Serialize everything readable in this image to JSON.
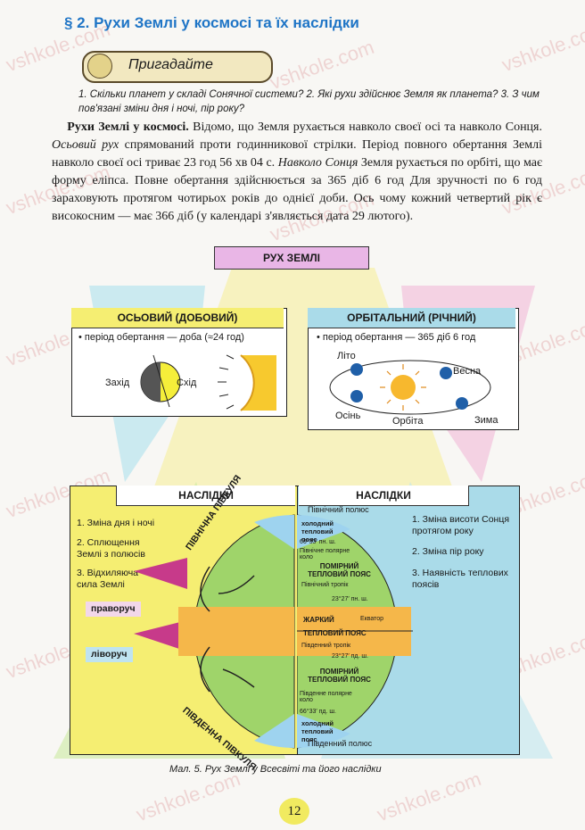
{
  "watermark": "vshkole.com",
  "title": "§ 2. Рухи Землі у космосі та їх наслідки",
  "recall": {
    "label": "Пригадайте",
    "questions": "1. Скільки планет у складі Сонячної системи? 2. Які рухи здійснює Земля як планета? 3. З чим пов'язані зміни дня і ночі, пір року?"
  },
  "paragraph": {
    "lead": "Рухи Землі у космосі.",
    "t1": " Відомо, що Земля рухається навколо своєї осі та навколо Сонця. ",
    "axial": "Осьовий рух",
    "t2": " спрямований проти годинникової стрілки. Період повного обертання Землі навколо своєї осі триває 23 год 56 хв 04 с. ",
    "around_sun": "Навколо Сонця",
    "t3": " Земля рухається по орбіті, що має форму еліпса. Повне обертання здійснюється за 365 діб 6 год Для зручності по 6 год зараховують протягом чотирьох років до однієї доби. Ось чому кожний четвертий рік є високосним — має 366 діб (у календарі з'являється дата 29 лютого)."
  },
  "figure": {
    "main_title": "РУХ ЗЕМЛІ",
    "axial": {
      "header": "ОСЬОВИЙ (ДОБОВИЙ)",
      "period": "• період обертання — доба (≈24 год)",
      "west": "Захід",
      "east": "Схід"
    },
    "orbital": {
      "header": "ОРБІТАЛЬНИЙ (РІЧНИЙ)",
      "period": "• період обертання — 365 діб 6 год",
      "summer": "Літо",
      "spring": "Весна",
      "autumn": "Осінь",
      "winter": "Зима",
      "orbit": "Орбіта"
    },
    "left_consequences": {
      "header": "НАСЛІДКИ",
      "items": [
        "1. Зміна дня і ночі",
        "2. Сплющення Землі з полюсів",
        "3. Відхиляюча сила Землі"
      ],
      "right_label": "праворуч",
      "left_label": "ліворуч",
      "north_hem": "ПІВНІЧНА ПІВКУЛЯ",
      "south_hem": "ПІВДЕННА ПІВКУЛЯ"
    },
    "right_consequences": {
      "header": "НАСЛІДКИ",
      "items": [
        "1. Зміна висоти Сонця протягом року",
        "2. Зміна пір року",
        "3. Наявність теплових поясів"
      ],
      "north_pole": "Північний полюс",
      "south_pole": "Південний полюс",
      "cold_n": "холодний тепловий пояс",
      "arctic_circle_lat": "66°33′ пн. ш.",
      "arctic_circle": "Північне полярне коло",
      "temperate_n": "ПОМІРНИЙ ТЕПЛОВИЙ ПОЯС",
      "tropic_n": "Північний тропік",
      "tropic_n_lat": "23°27′ пн. ш.",
      "hot": "ЖАРКИЙ",
      "equator": "Екватор",
      "hot2": "ТЕПЛОВИЙ ПОЯС",
      "tropic_s": "Південний тропік",
      "tropic_s_lat": "23°27′ пд. ш.",
      "temperate_s": "ПОМІРНИЙ ТЕПЛОВИЙ ПОЯС",
      "antarctic_circle": "Південне полярне коло",
      "antarctic_lat": "66°33′ пд. ш.",
      "cold_s": "холодний тепловий пояс"
    },
    "caption": "Мал. 5. Рух Землі у Всесвіті та його наслідки"
  },
  "page_number": "12"
}
